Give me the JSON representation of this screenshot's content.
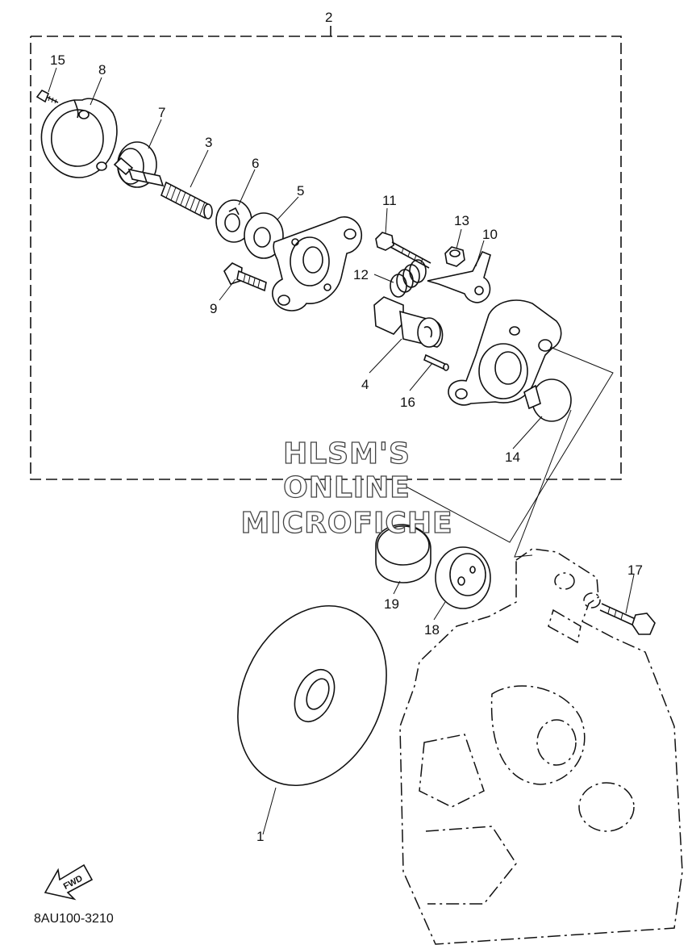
{
  "diagram": {
    "callouts": {
      "p1": "1",
      "p2": "2",
      "p3": "3",
      "p4": "4",
      "p5": "5",
      "p6": "6",
      "p7": "7",
      "p8": "8",
      "p9": "9",
      "p10": "10",
      "p11": "11",
      "p12": "12",
      "p13": "13",
      "p14": "14",
      "p15": "15",
      "p16": "16",
      "p17": "17",
      "p18": "18",
      "p19": "19"
    },
    "watermark": {
      "line1": "HLSM'S",
      "line2": "ONLINE",
      "line3": "MICROFICHE"
    },
    "direction_arrow": "FWD",
    "drawing_code": "8AU100-3210"
  }
}
